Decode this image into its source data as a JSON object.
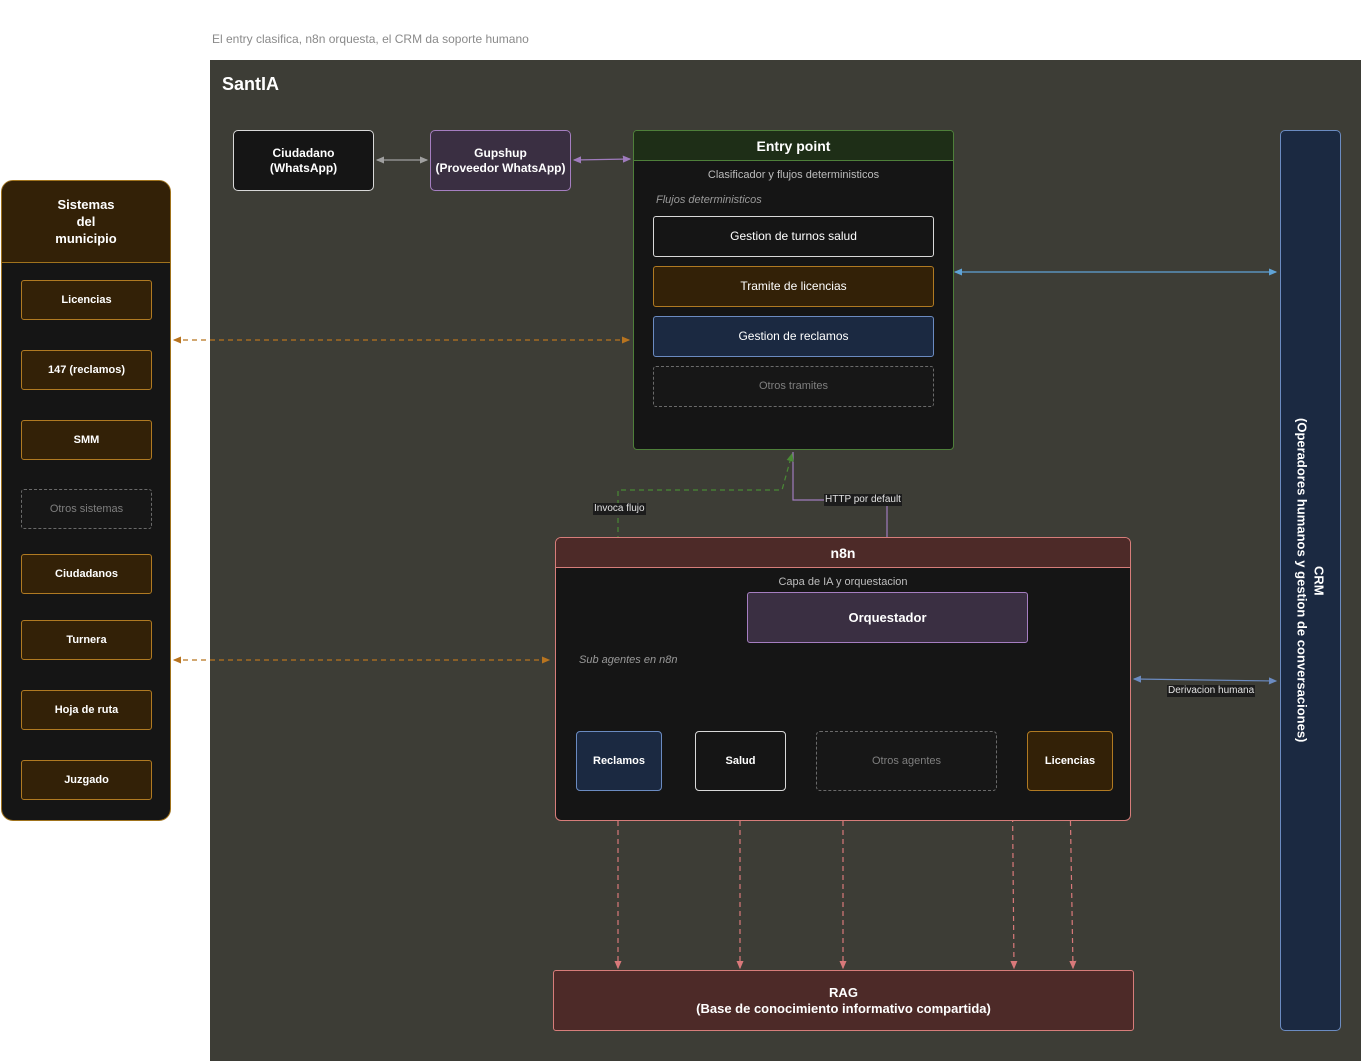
{
  "subtitle": "El entry clasifica, n8n orquesta, el CRM da soporte humano",
  "canvas_title": "SantIA",
  "ciudadano": "Ciudadano\n(WhatsApp)",
  "gupshup": "Gupshup\n(Proveedor WhatsApp)",
  "entry": {
    "title": "Entry point",
    "subtitle": "Clasificador y flujos deterministicos",
    "section_label": "Flujos deterministicos",
    "flows": [
      "Gestion de turnos salud",
      "Tramite de licencias",
      "Gestion de reclamos",
      "Otros tramites"
    ]
  },
  "municipio": {
    "title": "Sistemas\ndel\nmunicipio",
    "items": [
      "Licencias",
      "147 (reclamos)",
      "SMM",
      "Otros sistemas",
      "Ciudadanos",
      "Turnera",
      "Hoja de ruta",
      "Juzgado"
    ]
  },
  "n8n": {
    "title": "n8n",
    "subtitle": "Capa de IA y orquestacion",
    "section_label": "Sub agentes en n8n",
    "orquestador": "Orquestador",
    "agents": [
      "Reclamos",
      "Salud",
      "Otros agentes",
      "Licencias"
    ]
  },
  "rag": "RAG\n(Base de conocimiento informativo compartida)",
  "crm": "CRM\n(Operadores humanos y gestion de conversaciones)",
  "edge_labels": {
    "invoca": "Invoca flujo",
    "http": "HTTP por default",
    "derivacion": "Derivacion humana"
  },
  "colors": {
    "canvas": "#3d3d36",
    "municipal_edge": "#b8741f",
    "green_edge": "#4a8a35",
    "red_edge": "#d9797a",
    "blue_edge": "#5fa3d6",
    "gray_edge": "#a0a0a0",
    "purple_edge": "#9f7bbd"
  }
}
